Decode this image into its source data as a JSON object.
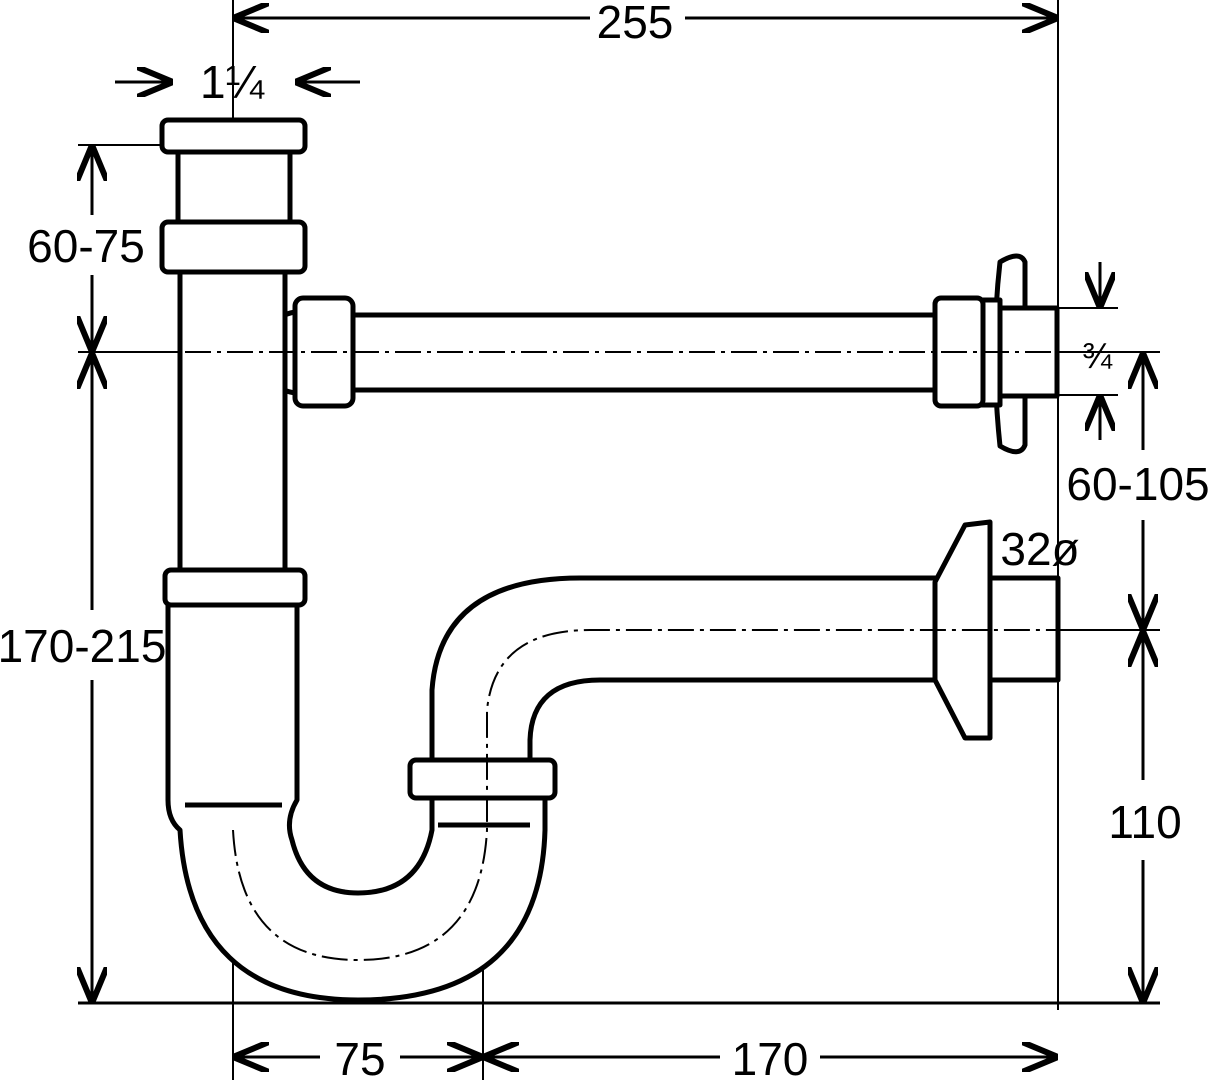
{
  "title": "Bottle trap dimension drawing",
  "dimensions": {
    "total_width": "255",
    "inlet_size": "1¼",
    "inlet_height": "60-75",
    "wall_connection_size": "¾",
    "wall_height": "60-105",
    "outlet_diameter": "32ø",
    "trap_height": "170-215",
    "outlet_height": "110",
    "trap_offset": "75",
    "outlet_length": "170"
  }
}
